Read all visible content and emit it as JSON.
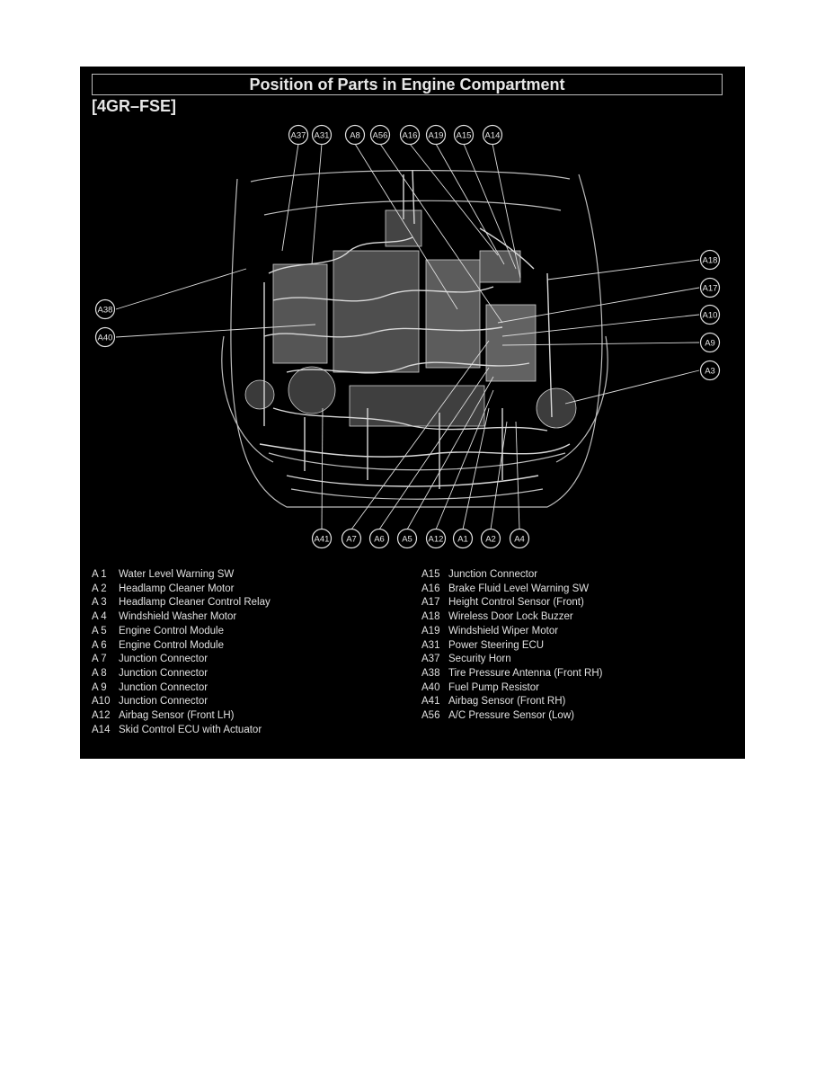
{
  "title": "Position of Parts in Engine Compartment",
  "subtitle": "[4GR–FSE]",
  "callouts": {
    "top": [
      "A37",
      "A31",
      "A8",
      "A56",
      "A16",
      "A19",
      "A15",
      "A14"
    ],
    "left": [
      "A38",
      "A40"
    ],
    "right": [
      "A18",
      "A17",
      "A10",
      "A9",
      "A3"
    ],
    "bottom": [
      "A41",
      "A7",
      "A6",
      "A5",
      "A12",
      "A1",
      "A2",
      "A4"
    ]
  },
  "legend": {
    "left": [
      {
        "code": "A  1",
        "name": "Water Level Warning SW"
      },
      {
        "code": "A  2",
        "name": "Headlamp Cleaner Motor"
      },
      {
        "code": "A  3",
        "name": "Headlamp Cleaner Control Relay"
      },
      {
        "code": "A  4",
        "name": "Windshield Washer Motor"
      },
      {
        "code": "A  5",
        "name": "Engine Control Module"
      },
      {
        "code": "A  6",
        "name": "Engine Control Module"
      },
      {
        "code": "A  7",
        "name": "Junction Connector"
      },
      {
        "code": "A  8",
        "name": "Junction Connector"
      },
      {
        "code": "A  9",
        "name": "Junction Connector"
      },
      {
        "code": "A10",
        "name": "Junction Connector"
      },
      {
        "code": "A12",
        "name": "Airbag Sensor (Front LH)"
      },
      {
        "code": "A14",
        "name": "Skid Control ECU with Actuator"
      }
    ],
    "right": [
      {
        "code": "A15",
        "name": "Junction Connector"
      },
      {
        "code": "A16",
        "name": "Brake Fluid Level Warning SW"
      },
      {
        "code": "A17",
        "name": "Height Control Sensor (Front)"
      },
      {
        "code": "A18",
        "name": "Wireless Door Lock Buzzer"
      },
      {
        "code": "A19",
        "name": "Windshield Wiper Motor"
      },
      {
        "code": "A31",
        "name": "Power Steering ECU"
      },
      {
        "code": "A37",
        "name": "Security Horn"
      },
      {
        "code": "A38",
        "name": "Tire Pressure Antenna (Front RH)"
      },
      {
        "code": "A40",
        "name": "Fuel Pump Resistor"
      },
      {
        "code": "A41",
        "name": "Airbag Sensor (Front RH)"
      },
      {
        "code": "A56",
        "name": "A/C Pressure Sensor (Low)"
      }
    ]
  }
}
